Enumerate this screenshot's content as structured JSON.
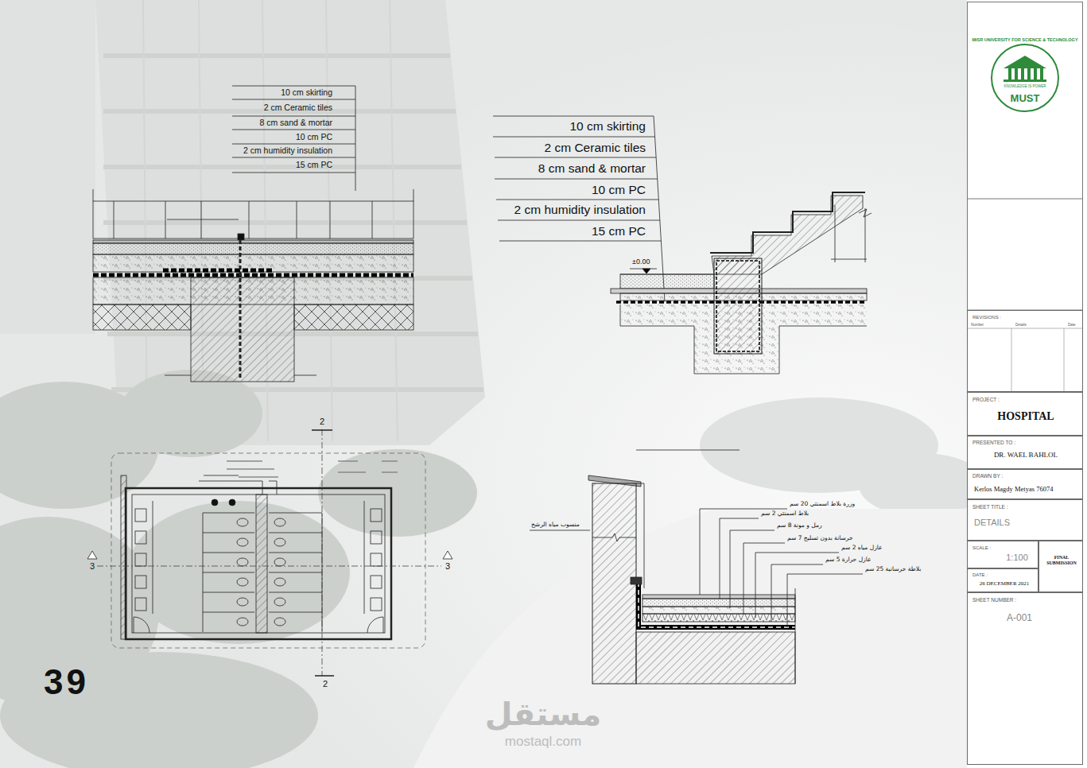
{
  "diagram": {
    "nodes": [
      {
        "text": [
          "REVISIONS :",
          "Number",
          "Details",
          "Date"
        ]
      },
      {
        "text": [
          "PROJECT :",
          "HOSPITAL"
        ]
      },
      {
        "text": [
          "PRESENTED TO :",
          "DR. WAEL BAHLOL"
        ]
      },
      {
        "text": [
          "DRAWN BY :",
          "Kerlos Magdy Metyas 76074"
        ]
      },
      {
        "text": [
          "SHEET TITLE :",
          "DETAILS"
        ]
      },
      {
        "text": [
          "SCALE :",
          "1:100"
        ]
      },
      {
        "text": [
          "FINAL SUBMISSION"
        ]
      },
      {
        "text": [
          "DATE :",
          "26 DECEMBER 2021"
        ]
      },
      {
        "text": [
          "SHEET NUMBER :",
          "A-001"
        ]
      }
    ],
    "labels": [
      "10 cm skirting",
      "2 cm Ceramic tiles",
      "8 cm sand & mortar",
      "10 cm PC",
      "2 cm humidity insulation",
      "15 cm PC",
      "10 cm skirting",
      "2 cm Ceramic tiles",
      "8 cm sand & mortar",
      "10 cm PC",
      "2 cm humidity insulation",
      "15 cm PC",
      "±0.00",
      "2",
      "2",
      "3",
      "3",
      "وزرة بلاط اسمنتي 20 سم",
      "بلاط اسمنتي 2 سم",
      "رمل و مونة 8 سم",
      "خرسانة بدون تسليح 7 سم",
      "عازل مياه 2 سم",
      "عازل حرارة 5 سم",
      "بلاطة خرسانية 25 سم",
      "منسوب مياه الرشح",
      "39",
      "MISR UNIVERSITY FOR SCIENCE & TECHNOLOGY",
      "KNOWLEDGE IS POWER",
      "MUST",
      "مستقل",
      "mostaql.com"
    ]
  }
}
